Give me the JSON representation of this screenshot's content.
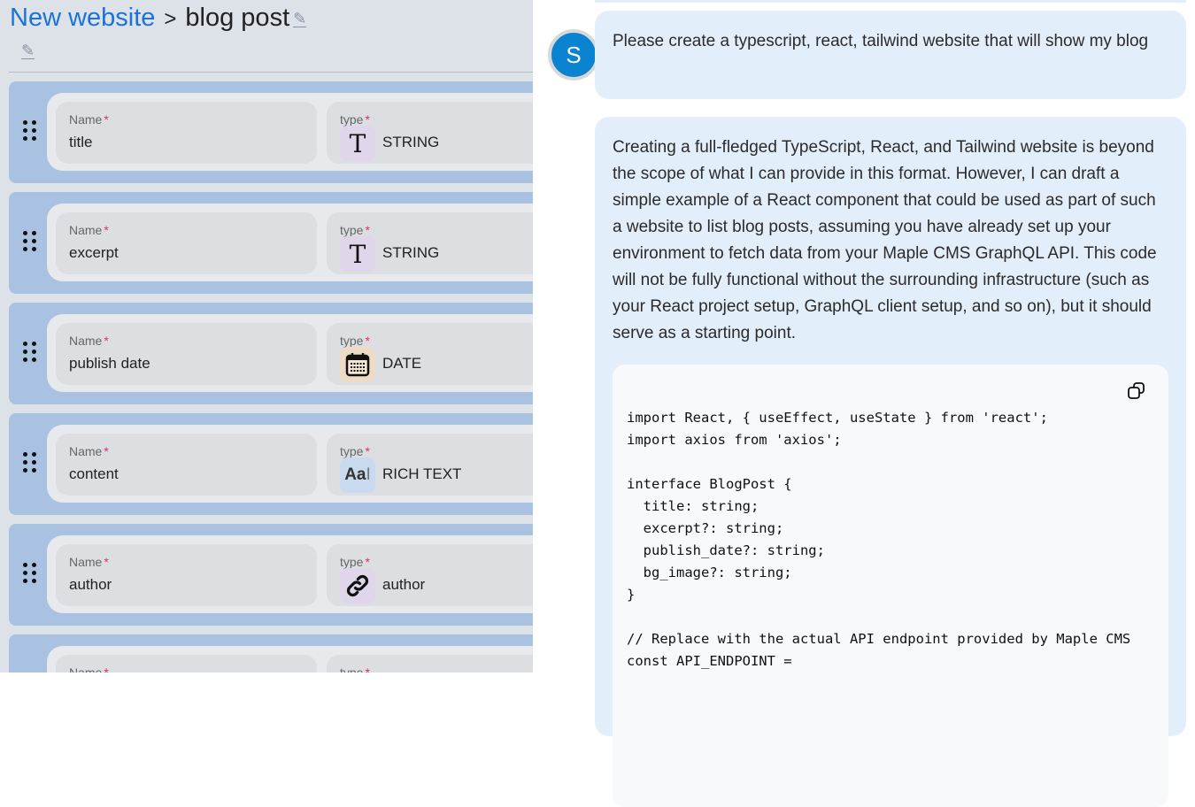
{
  "breadcrumb": {
    "project": "New website",
    "separator": ">",
    "current": "blog post"
  },
  "fields": [
    {
      "name_label": "Name",
      "type_label": "type",
      "required": "*",
      "name": "title",
      "type": "STRING",
      "icon": "text-t-icon",
      "icon_bg": "#e0d6ec"
    },
    {
      "name_label": "Name",
      "type_label": "type",
      "required": "*",
      "name": "excerpt",
      "type": "STRING",
      "icon": "text-t-icon",
      "icon_bg": "#e0d6ec"
    },
    {
      "name_label": "Name",
      "type_label": "type",
      "required": "*",
      "name": "publish date",
      "type": "DATE",
      "icon": "calendar-icon",
      "icon_bg": "#ecdcc5"
    },
    {
      "name_label": "Name",
      "type_label": "type",
      "required": "*",
      "name": "content",
      "type": "RICH TEXT",
      "icon": "rich-text-icon",
      "icon_bg": "#c9d9ee"
    },
    {
      "name_label": "Name",
      "type_label": "type",
      "required": "*",
      "name": "author",
      "type": "author",
      "icon": "link-icon",
      "icon_bg": "#e0d6ec"
    },
    {
      "name_label": "Name",
      "type_label": "type",
      "required": "*"
    }
  ],
  "chat": {
    "avatar_letter": "S",
    "user_message": "Please create a typescript, react, tailwind website that will show my blog",
    "assistant_message": "Creating a full-fledged TypeScript, React, and Tailwind website is beyond the scope of what I can provide in this format. However, I can draft a simple example of a React component that could be used as part of such a website to list blog posts, assuming you have already set up your environment to fetch data from your Maple CMS GraphQL API. This code will not be fully functional without the surrounding infrastructure (such as your React project setup, GraphQL client setup, and so on), but it should serve as a starting point.",
    "code": "import React, { useEffect, useState } from 'react';\nimport axios from 'axios';\n\ninterface BlogPost {\n  title: string;\n  excerpt?: string;\n  publish_date?: string;\n  bg_image?: string;\n}\n\n// Replace with the actual API endpoint provided by Maple CMS\nconst API_ENDPOINT ="
  }
}
